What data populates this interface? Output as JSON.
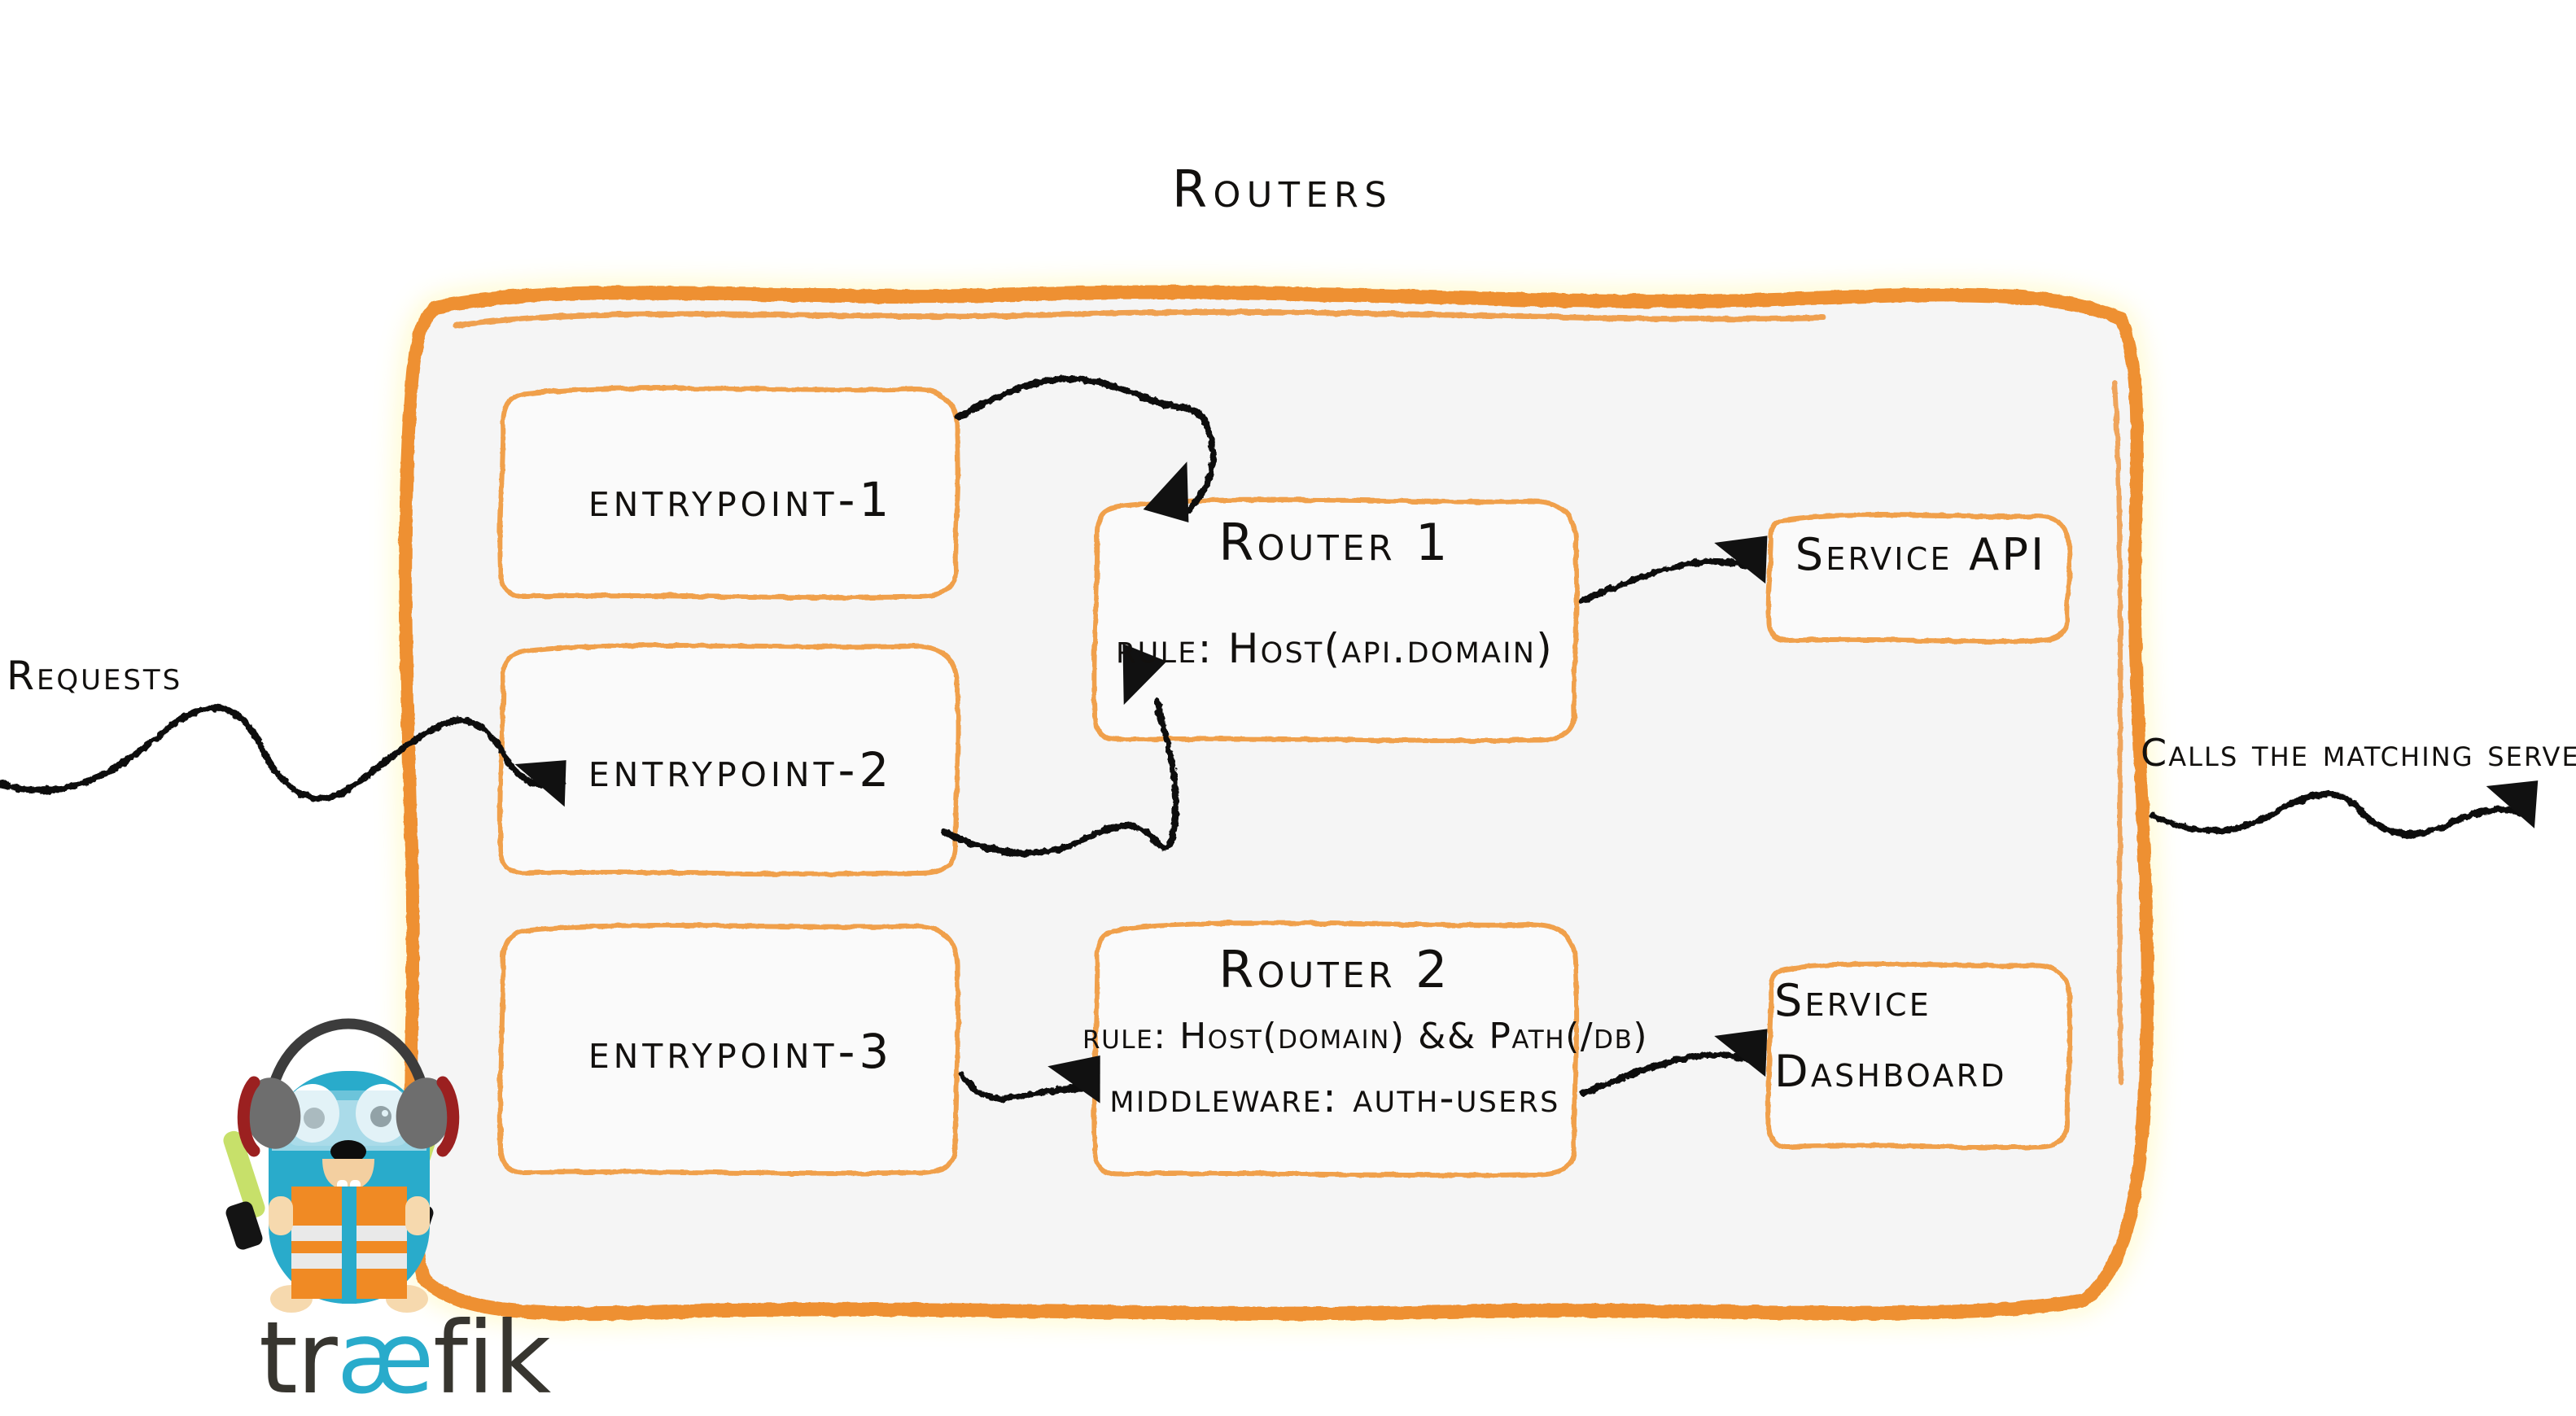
{
  "diagram": {
    "title": "Routers",
    "colors": {
      "border_orange": "#EE9033",
      "box_orange": "#F0A04B",
      "panel_fill": "#F5F5F5",
      "ink": "#12100E",
      "traefik_cyan": "#29ABCB",
      "traefik_dark": "#37352F",
      "vest_orange": "#F08A24"
    }
  },
  "flow": {
    "inbound_label": "Requests",
    "outbound_label": "Calls the matching server"
  },
  "entrypoints": [
    {
      "label": "entrypoint-1"
    },
    {
      "label": "entrypoint-2"
    },
    {
      "label": "entrypoint-3"
    }
  ],
  "routers": [
    {
      "title": "Router 1",
      "rule": "rule: Host(api.domain)",
      "middleware": ""
    },
    {
      "title": "Router 2",
      "rule": "rule: Host(domain) && Path(/db)",
      "middleware": "middleware: auth-users"
    }
  ],
  "services": [
    {
      "label": "Service API",
      "line1": "Service API",
      "line2": ""
    },
    {
      "label": "Service Dashboard",
      "line1": "Service",
      "line2": "Dashboard"
    }
  ],
  "logo": {
    "part1": "tr",
    "ligature": "æ",
    "part2": "fik",
    "mascot": "traefik-gopher"
  }
}
